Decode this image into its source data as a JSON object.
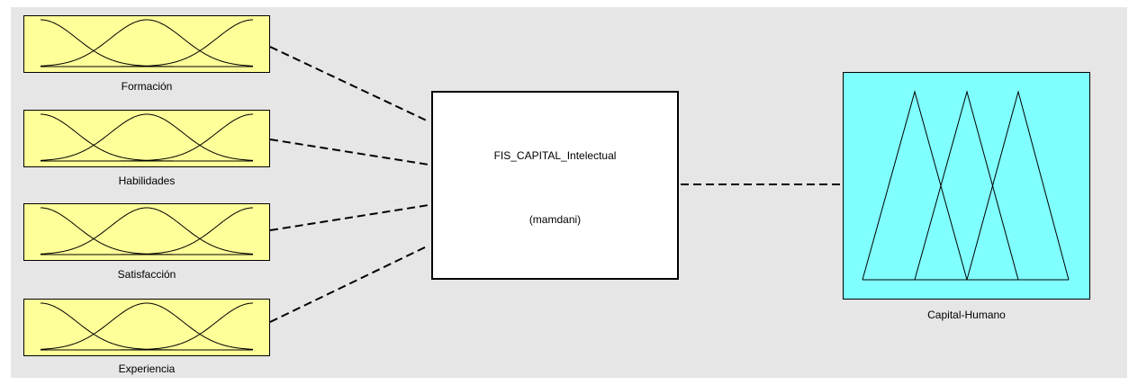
{
  "inputs": [
    {
      "name": "Formación"
    },
    {
      "name": "Habilidades"
    },
    {
      "name": "Satisfacción"
    },
    {
      "name": "Experiencia"
    }
  ],
  "system": {
    "name": "FIS_CAPITAL_Intelectual",
    "type": "(mamdani)"
  },
  "output": {
    "name": "Capital-Humano"
  },
  "colors": {
    "input_fill": "#ffff99",
    "output_fill": "#80ffff",
    "background": "#e6e6e6"
  },
  "icons": {
    "input_mf": "gaussian-membership-icon",
    "output_mf": "triangular-membership-icon"
  }
}
